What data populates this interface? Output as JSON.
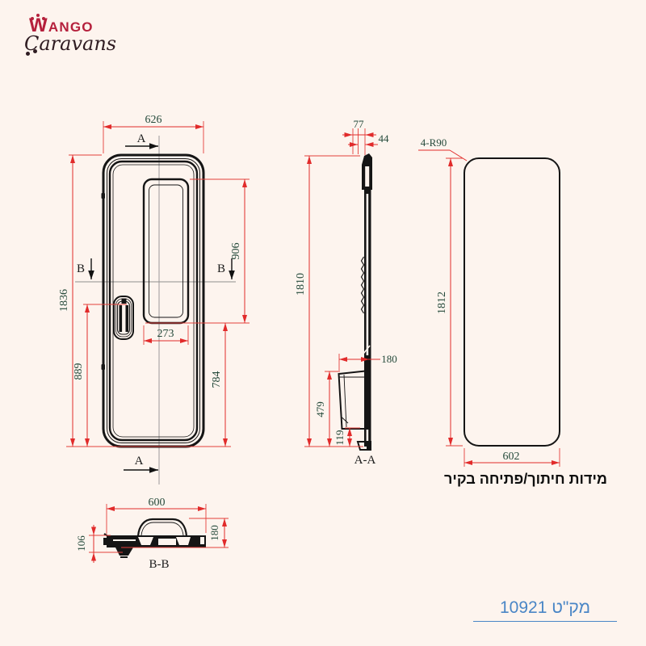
{
  "logo": {
    "line1": "WANGO",
    "line2": "Caravans"
  },
  "front_view": {
    "dim_width_top": "626",
    "dim_height": "1836",
    "dim_window_height": "906",
    "dim_window_width": "273",
    "dim_handle_to_bottom": "889",
    "dim_window_to_bottom": "784",
    "section_a": "A",
    "section_b": "B"
  },
  "side_view": {
    "dim_top_width": "77",
    "dim_top_offset": "44",
    "dim_height": "1810",
    "dim_bin_depth": "180",
    "dim_bin_height": "479",
    "dim_bin_bottom": "119",
    "label": "A-A"
  },
  "cutout_view": {
    "dim_corner_radius": "4-R90",
    "dim_height": "1812",
    "dim_width": "602",
    "caption": "מידות חיתוך/פתיחה בקיר"
  },
  "bottom_view": {
    "dim_width": "600",
    "dim_depth": "180",
    "dim_inner_depth": "106",
    "label": "B-B"
  },
  "footer": {
    "part_number": "מק\"ט 10921"
  },
  "colors": {
    "background": "#fdf4ee",
    "dimension_line": "#e12b2b",
    "dimension_text": "#24493a",
    "geometry": "#151515",
    "brand_red": "#b5203c",
    "brand_dark": "#2f1c22",
    "link_blue": "#4a86c6"
  }
}
